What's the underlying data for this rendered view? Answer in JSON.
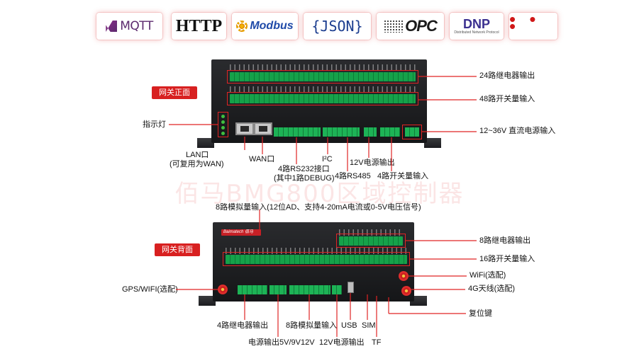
{
  "logos": {
    "mqtt": "MQTT",
    "http": "HTTP",
    "modbus": "Modbus",
    "json": "{JSON}",
    "opc": "OPC",
    "dnp": "DNP",
    "dnp_sub": "Distributed Network Protocol",
    "more": "• • •"
  },
  "watermark": "佰马BMG800区域控制器",
  "front": {
    "tag": "网关正面",
    "labels": {
      "relay24": "24路继电器输出",
      "switch48": "48路开关量输入",
      "dc_in": "12~36V 直流电源输入",
      "indicator": "指示灯",
      "lan_1": "LAN口",
      "lan_2": "(可复用为WAN)",
      "wan": "WAN口",
      "rs232_1": "4路RS232接口",
      "rs232_2": "(其中1路DEBUG)",
      "i2c": "I²C",
      "rs485": "4路RS485",
      "out12v": "12V电源输出",
      "switch4": "4路开关量输入"
    }
  },
  "back": {
    "tag": "网关背面",
    "brand": "Baimatech 佰马",
    "labels": {
      "analog8_top": "8路模拟量输入(12位AD、支持4-20mA电流或0-5V电压信号)",
      "relay8": "8路继电器输出",
      "switch16": "16路开关量输入",
      "wifi": "WiFi(选配)",
      "ant4g": "4G天线(选配)",
      "reset": "复位键",
      "gps": "GPS/WIFI(选配)",
      "relay4": "4路继电器输出",
      "analog8": "8路模拟量输入",
      "usb": "USB",
      "sim": "SIM",
      "pwr_out": "电源输出5V/9V12V",
      "out12v": "12V电源输出",
      "tf": "TF"
    }
  }
}
